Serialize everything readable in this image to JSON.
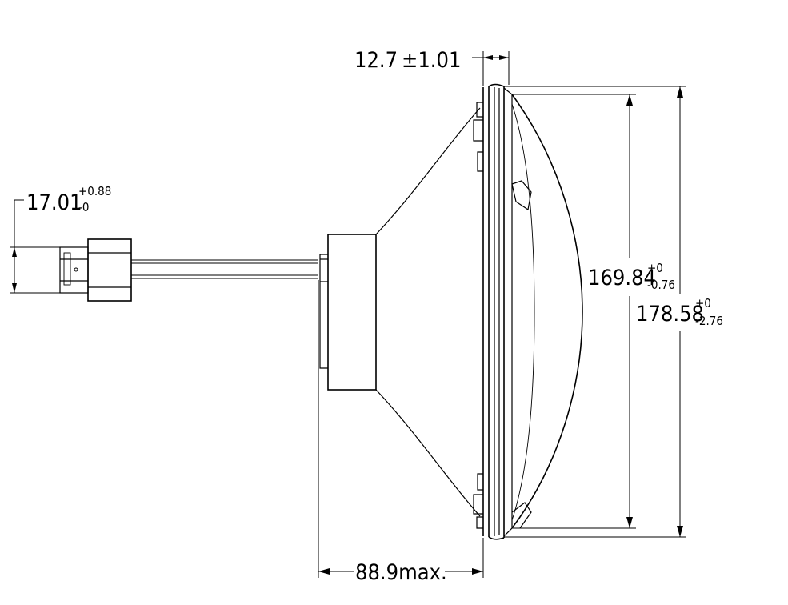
{
  "dimensions": {
    "lens_thickness": {
      "value": "12.7",
      "tolerance": "±1.01"
    },
    "connector_width": {
      "value": "17.01",
      "tol_plus": "+0.88",
      "tol_minus": "-0"
    },
    "inner_diameter": {
      "value": "169.84",
      "tol_plus": "+0",
      "tol_minus": "-0.76"
    },
    "outer_diameter": {
      "value": "178.58",
      "tol_plus": "+0",
      "tol_minus": "-2.76"
    },
    "depth": {
      "value": "88.9max."
    }
  }
}
